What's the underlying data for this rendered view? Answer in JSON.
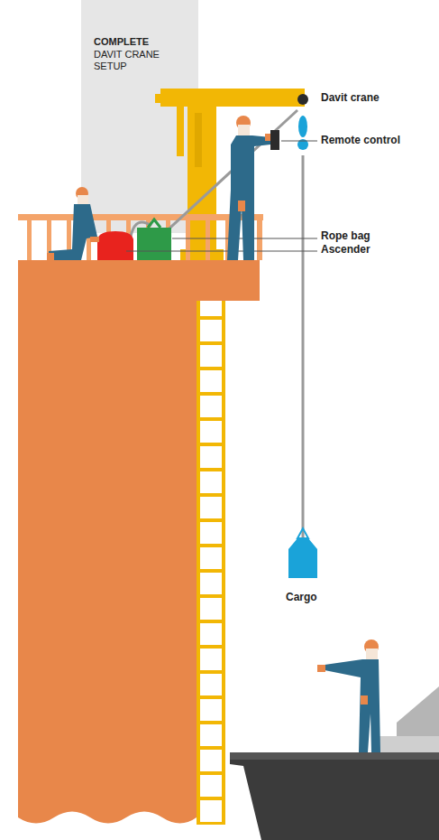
{
  "diagram": {
    "title": "COMPLETE",
    "labels": [
      "DAVIT CRANE SETUP",
      "Davit crane",
      "Remote control",
      "Rope bag",
      "Ascender",
      "Cargo"
    ]
  }
}
